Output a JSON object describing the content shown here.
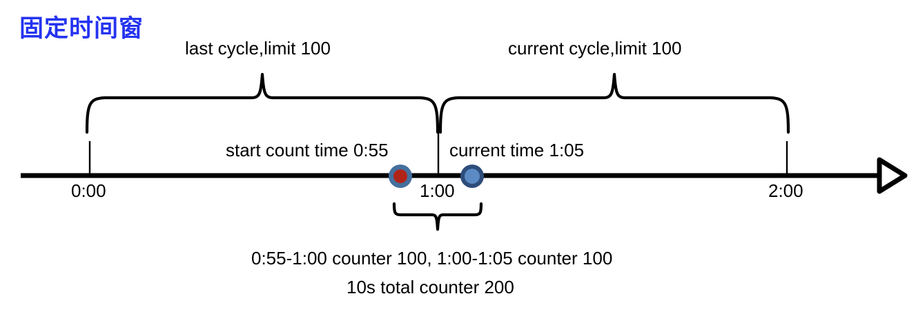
{
  "title": "固定时间窗",
  "colors": {
    "title_blue": "#2433F0",
    "axis_black": "#000000",
    "dot_red_fill": "#B02418",
    "dot_red_ring": "#44709E",
    "dot_blue_fill": "#5B8AC4",
    "dot_blue_ring": "#2E4D7B",
    "background": "#ffffff"
  },
  "braces": {
    "last_cycle_label": "last cycle,limit 100",
    "current_cycle_label": "current cycle,limit 100"
  },
  "markers": {
    "start_count_label": "start count time 0:55",
    "current_time_label": "current time 1:05",
    "start_count_icon": "red-dot-marker",
    "current_time_icon": "blue-dot-marker"
  },
  "axis": {
    "arrow_icon": "arrow-right-outline-icon",
    "ticks": [
      {
        "label": "0:00",
        "x": 130
      },
      {
        "label": "1:00",
        "x": 635
      },
      {
        "label": "2:00",
        "x": 1140
      }
    ]
  },
  "summary": {
    "line1": "0:55-1:00 counter 100, 1:00-1:05 counter 100",
    "line2": "10s total counter 200"
  },
  "chart_data": {
    "type": "timeline",
    "title": "固定时间窗",
    "xlabel": "",
    "ylabel": "",
    "xlim": [
      0,
      125
    ],
    "axis_unit": "seconds",
    "tick_values": [
      0,
      60,
      120
    ],
    "tick_labels": [
      "0:00",
      "1:00",
      "2:00"
    ],
    "windows": [
      {
        "name": "last cycle",
        "start": "0:00",
        "end": "1:00",
        "limit": 100,
        "label": "last cycle,limit 100"
      },
      {
        "name": "current cycle",
        "start": "1:00",
        "end": "2:00",
        "limit": 100,
        "label": "current cycle,limit 100"
      }
    ],
    "events": [
      {
        "name": "start count time",
        "time": "0:55",
        "time_seconds": 55,
        "marker": "red-dot",
        "label": "start count time 0:55"
      },
      {
        "name": "current time",
        "time": "1:05",
        "time_seconds": 65,
        "marker": "blue-dot",
        "label": "current time 1:05"
      }
    ],
    "counters": [
      {
        "range": "0:55-1:00",
        "value": 100
      },
      {
        "range": "1:00-1:05",
        "value": 100
      }
    ],
    "total": {
      "window": "10s",
      "counter": 200
    },
    "annotations": [
      "0:55-1:00 counter 100, 1:00-1:05 counter 100",
      "10s total counter 200"
    ],
    "grid": false,
    "legend": "none"
  }
}
